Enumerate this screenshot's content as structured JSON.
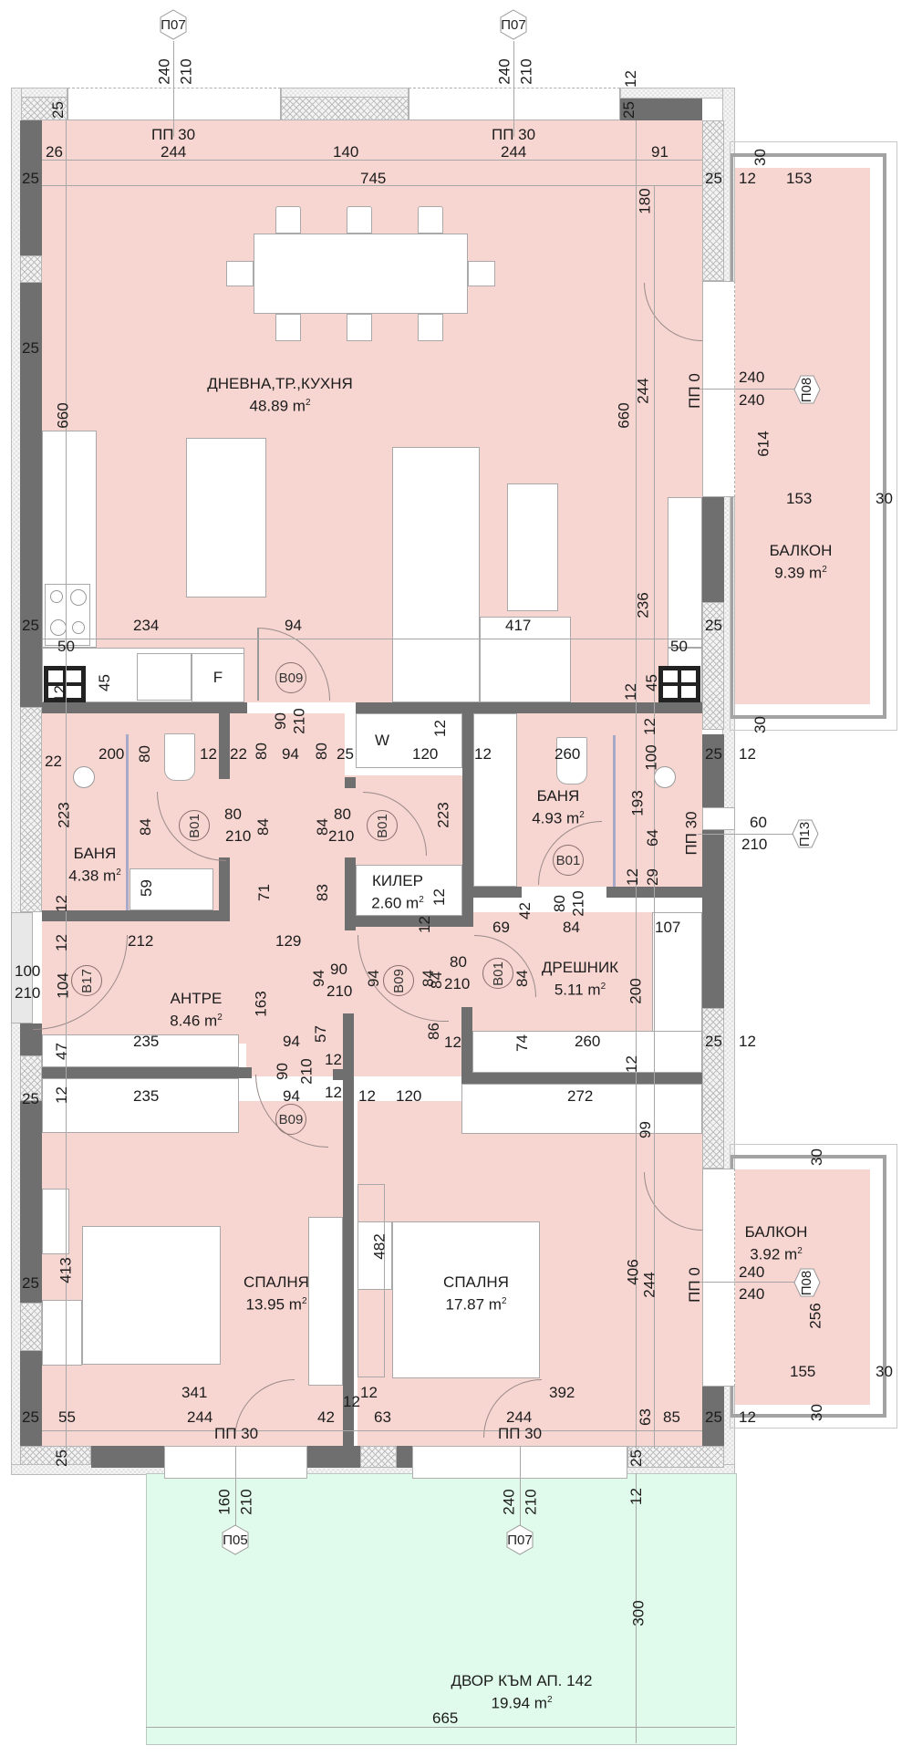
{
  "plan": {
    "rooms": [
      {
        "id": "living",
        "name": "ДНЕВНА,ТР.,КУХНЯ",
        "area": "48.89",
        "unit": "m",
        "sup": "2"
      },
      {
        "id": "balcony_top",
        "name": "БАЛКОН",
        "area": "9.39",
        "unit": "m",
        "sup": "2"
      },
      {
        "id": "bath_left",
        "name": "БАНЯ",
        "area": "4.38",
        "unit": "m",
        "sup": "2"
      },
      {
        "id": "bath_right",
        "name": "БАНЯ",
        "area": "4.93",
        "unit": "m",
        "sup": "2"
      },
      {
        "id": "storage",
        "name": "КИЛЕР",
        "area": "2.60",
        "unit": "m",
        "sup": "2"
      },
      {
        "id": "entrance",
        "name": "АНТРЕ",
        "area": "8.46",
        "unit": "m",
        "sup": "2"
      },
      {
        "id": "closet",
        "name": "ДРЕШНИК",
        "area": "5.11",
        "unit": "m",
        "sup": "2"
      },
      {
        "id": "bedroom_left",
        "name": "СПАЛНЯ",
        "area": "13.95",
        "unit": "m",
        "sup": "2"
      },
      {
        "id": "bedroom_right",
        "name": "СПАЛНЯ",
        "area": "17.87",
        "unit": "m",
        "sup": "2"
      },
      {
        "id": "balcony_bottom",
        "name": "БАЛКОН",
        "area": "3.92",
        "unit": "m",
        "sup": "2"
      },
      {
        "id": "yard",
        "name": "ДВОР КЪМ АП. 142",
        "area": "19.94",
        "unit": "m",
        "sup": "2"
      }
    ],
    "window_tags": [
      {
        "code": "П07",
        "w": "240",
        "h": "210"
      },
      {
        "code": "П07",
        "w": "240",
        "h": "210"
      },
      {
        "code": "П08",
        "w": "240",
        "h": "240"
      },
      {
        "code": "П13",
        "w": "60",
        "h": "210"
      },
      {
        "code": "П08",
        "w": "240",
        "h": "240"
      },
      {
        "code": "П05",
        "w": "160",
        "h": "210"
      },
      {
        "code": "П07",
        "w": "240",
        "h": "210"
      }
    ],
    "door_tags": [
      {
        "code": "В09",
        "w": "90",
        "h": "210"
      },
      {
        "code": "В01",
        "w": "80",
        "h": "210"
      },
      {
        "code": "В01",
        "w": "80",
        "h": "210"
      },
      {
        "code": "В01",
        "w": "80",
        "h": "210"
      },
      {
        "code": "В17",
        "w": "100",
        "h": "210"
      },
      {
        "code": "В09",
        "w": "90",
        "h": "210"
      },
      {
        "code": "В01",
        "w": "80",
        "h": "210"
      },
      {
        "code": "В09",
        "w": "90",
        "h": "210"
      }
    ],
    "sill_labels": {
      "top_left": "ПП 30",
      "top_right": "ПП 30",
      "right_top": "ПП 0",
      "right_bath": "ПП 30",
      "right_bottom": "ПП 0",
      "bottom_left": "ПП 30",
      "bottom_right": "ПП 30"
    },
    "fixtures": {
      "washer": "W",
      "fridge": "F"
    },
    "dims": {
      "top": [
        "26",
        "244",
        "140",
        "244",
        "91",
        "745",
        "12",
        "25",
        "25"
      ],
      "left": [
        "25",
        "25",
        "660",
        "25",
        "50",
        "45",
        "12",
        "22",
        "223",
        "12",
        "12",
        "104",
        "47",
        "12",
        "25",
        "413",
        "25",
        "25",
        "25"
      ],
      "living": [
        "234",
        "94",
        "417",
        "180",
        "244",
        "660",
        "236",
        "50",
        "45",
        "12",
        "25",
        "25",
        "12",
        "153",
        "30",
        "614",
        "153",
        "30",
        "30"
      ],
      "middle": [
        "200",
        "80",
        "12",
        "22",
        "80",
        "94",
        "80",
        "25",
        "120",
        "12",
        "12",
        "260",
        "12",
        "100",
        "25",
        "12",
        "84",
        "84",
        "84",
        "84",
        "223",
        "193",
        "64",
        "29",
        "12",
        "59",
        "71",
        "83",
        "12",
        "12",
        "69",
        "42",
        "84",
        "107"
      ],
      "hall": [
        "212",
        "129",
        "163",
        "94",
        "94",
        "84",
        "84",
        "200",
        "235",
        "94",
        "57",
        "12",
        "86",
        "12",
        "74",
        "260",
        "12",
        "25",
        "12",
        "235",
        "94",
        "12",
        "12",
        "120",
        "272",
        "99"
      ],
      "bedrooms": [
        "482",
        "341",
        "12",
        "12",
        "392",
        "55",
        "244",
        "42",
        "63",
        "244",
        "63",
        "85",
        "25",
        "12",
        "406",
        "244",
        "30",
        "256",
        "155",
        "30",
        "30"
      ],
      "yard": [
        "160",
        "210",
        "240",
        "210",
        "12",
        "25",
        "300",
        "665"
      ]
    }
  }
}
